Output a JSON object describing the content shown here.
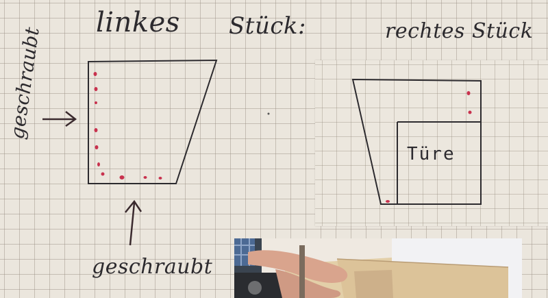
{
  "labels": {
    "title_left": "linkes",
    "title_mid": "Stück:",
    "title_right": "rechtes Stück",
    "side_screwed": "geschraubt",
    "bottom_screwed": "geschraubt",
    "door": "Türe"
  },
  "icons": [
    "arrow-right-icon",
    "arrow-up-icon"
  ],
  "colors": {
    "paper": "#ebe6dd",
    "grid": "#968c80",
    "ink": "#2c2a2e",
    "screw_marks": "#c8324e"
  }
}
